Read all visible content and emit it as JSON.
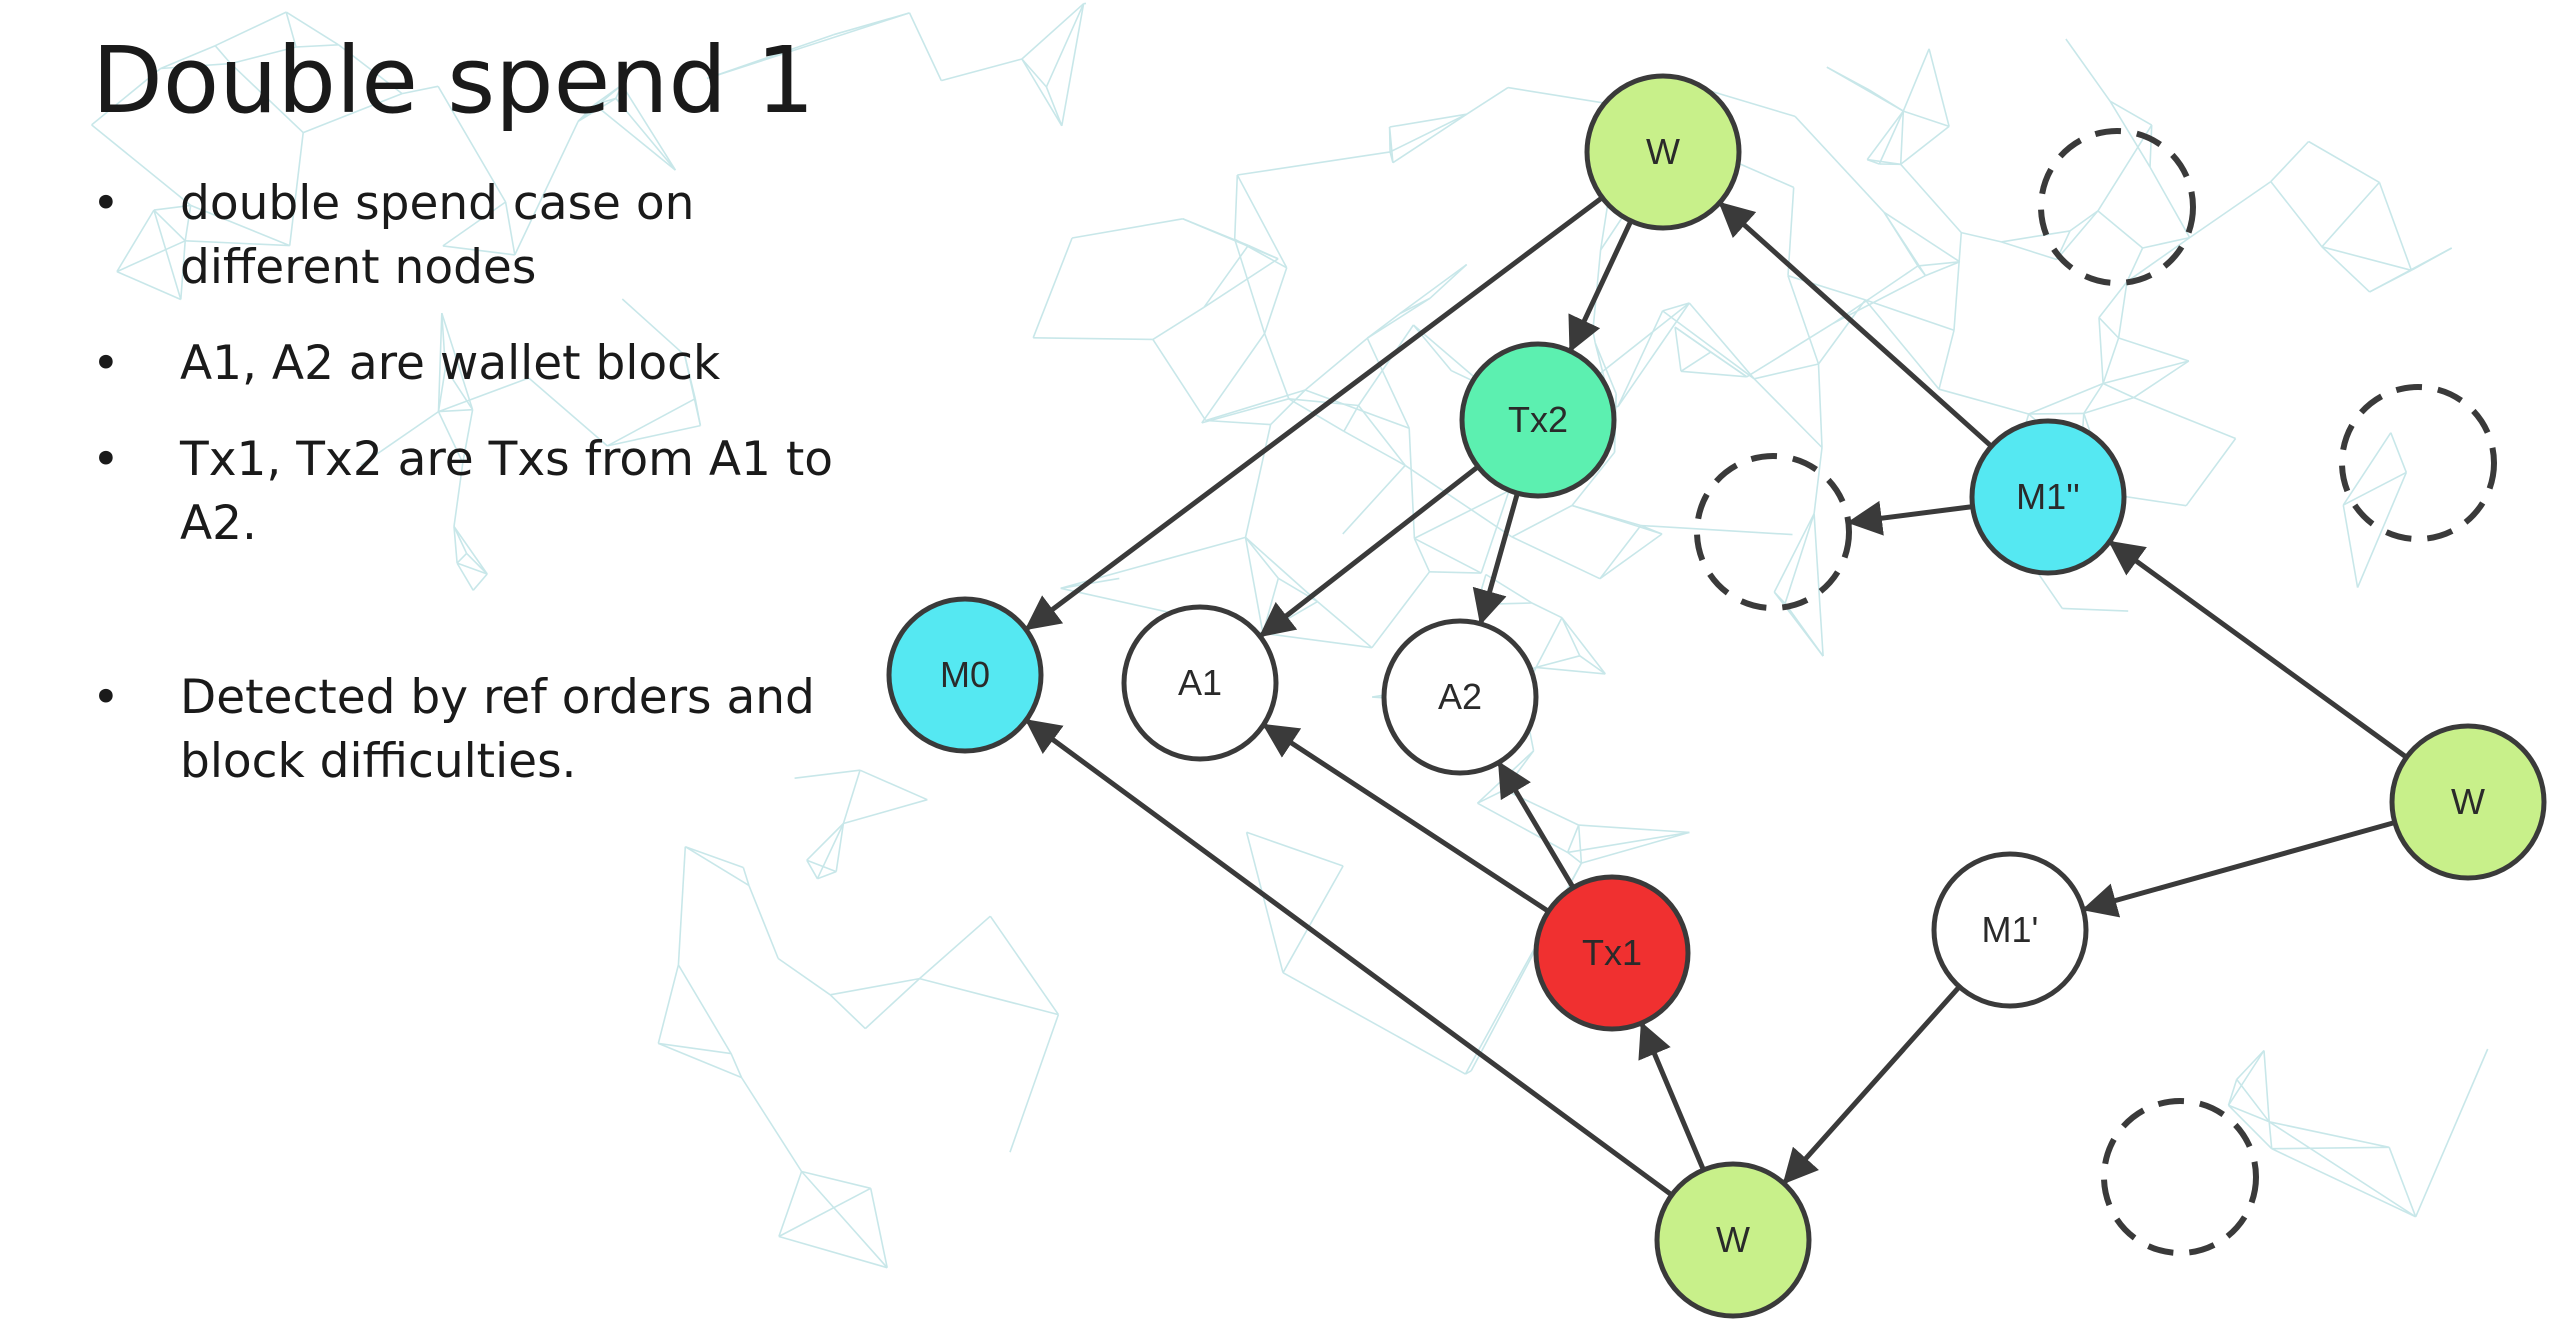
{
  "slide": {
    "title": "Double spend 1",
    "bullets": [
      {
        "dot": "•",
        "text": "double spend case on different nodes"
      },
      {
        "dot": "•",
        "text": "A1, A2 are wallet block"
      },
      {
        "dot": "•",
        "text": "Tx1, Tx2 are Txs from A1 to A2."
      },
      {
        "dot": "•",
        "text": "Detected by ref orders and block difficulties."
      }
    ]
  },
  "colors": {
    "wallet_green": "#c8f08a",
    "tx2_teal": "#5cf0b0",
    "milestone_cyan": "#55e8f2",
    "tx1_red": "#f03030",
    "plain_white": "#ffffff",
    "stroke": "#3a3a3a",
    "map_lines": "#bfe3e6"
  },
  "diagram": {
    "nodes": [
      {
        "id": "W_top",
        "label": "W",
        "fill": "wallet_green"
      },
      {
        "id": "Tx2",
        "label": "Tx2",
        "fill": "tx2_teal"
      },
      {
        "id": "M0",
        "label": "M0",
        "fill": "milestone_cyan"
      },
      {
        "id": "A1",
        "label": "A1",
        "fill": "plain_white"
      },
      {
        "id": "A2",
        "label": "A2",
        "fill": "plain_white"
      },
      {
        "id": "M1pp",
        "label": "M1''",
        "fill": "milestone_cyan"
      },
      {
        "id": "W_right",
        "label": "W",
        "fill": "wallet_green"
      },
      {
        "id": "M1p",
        "label": "M1'",
        "fill": "plain_white"
      },
      {
        "id": "Tx1",
        "label": "Tx1",
        "fill": "tx1_red"
      },
      {
        "id": "W_bottom",
        "label": "W",
        "fill": "wallet_green"
      },
      {
        "id": "ghost_1",
        "label": "",
        "fill": "none",
        "dashed": true
      },
      {
        "id": "ghost_2",
        "label": "",
        "fill": "none",
        "dashed": true
      },
      {
        "id": "ghost_3",
        "label": "",
        "fill": "none",
        "dashed": true
      },
      {
        "id": "ghost_4",
        "label": "",
        "fill": "none",
        "dashed": true
      }
    ],
    "edges": [
      {
        "from": "W_top",
        "to": "M0"
      },
      {
        "from": "W_top",
        "to": "Tx2"
      },
      {
        "from": "M1pp",
        "to": "W_top"
      },
      {
        "from": "Tx2",
        "to": "A1"
      },
      {
        "from": "Tx2",
        "to": "A2"
      },
      {
        "from": "M1pp",
        "to": "ghost_2"
      },
      {
        "from": "W_right",
        "to": "M1pp"
      },
      {
        "from": "W_right",
        "to": "M1p"
      },
      {
        "from": "Tx1",
        "to": "A1"
      },
      {
        "from": "Tx1",
        "to": "A2"
      },
      {
        "from": "W_bottom",
        "to": "Tx1"
      },
      {
        "from": "W_bottom",
        "to": "M0"
      },
      {
        "from": "M1p",
        "to": "W_bottom"
      }
    ]
  }
}
